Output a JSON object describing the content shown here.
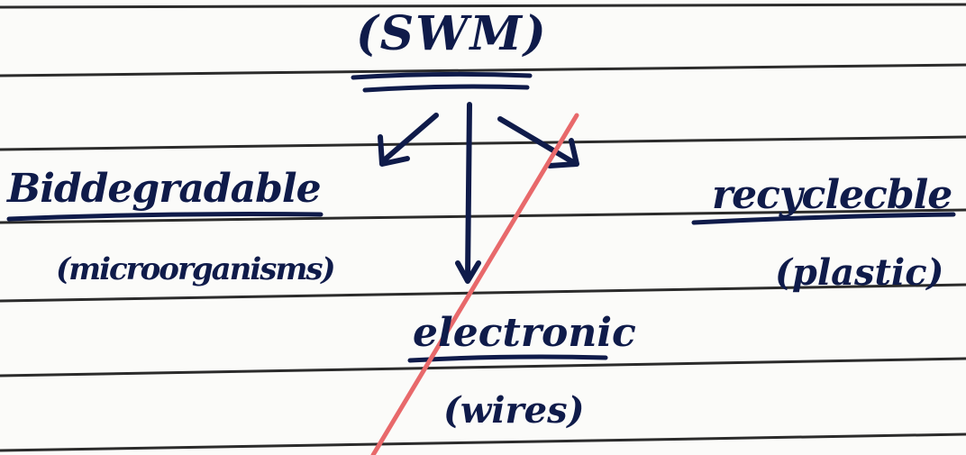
{
  "diagram": {
    "title": "(SWM)",
    "branches": [
      {
        "label": "Biddegradable",
        "example": "(microorganisms)"
      },
      {
        "label": "recyclecble",
        "example": "(plastic)"
      },
      {
        "label": "electronic",
        "example": "(wires)"
      }
    ]
  },
  "colors": {
    "ink": "#0f1b4a",
    "ruled_line": "#2b2b2b",
    "strike": "#e8696b",
    "paper": "#fbfbf9"
  }
}
